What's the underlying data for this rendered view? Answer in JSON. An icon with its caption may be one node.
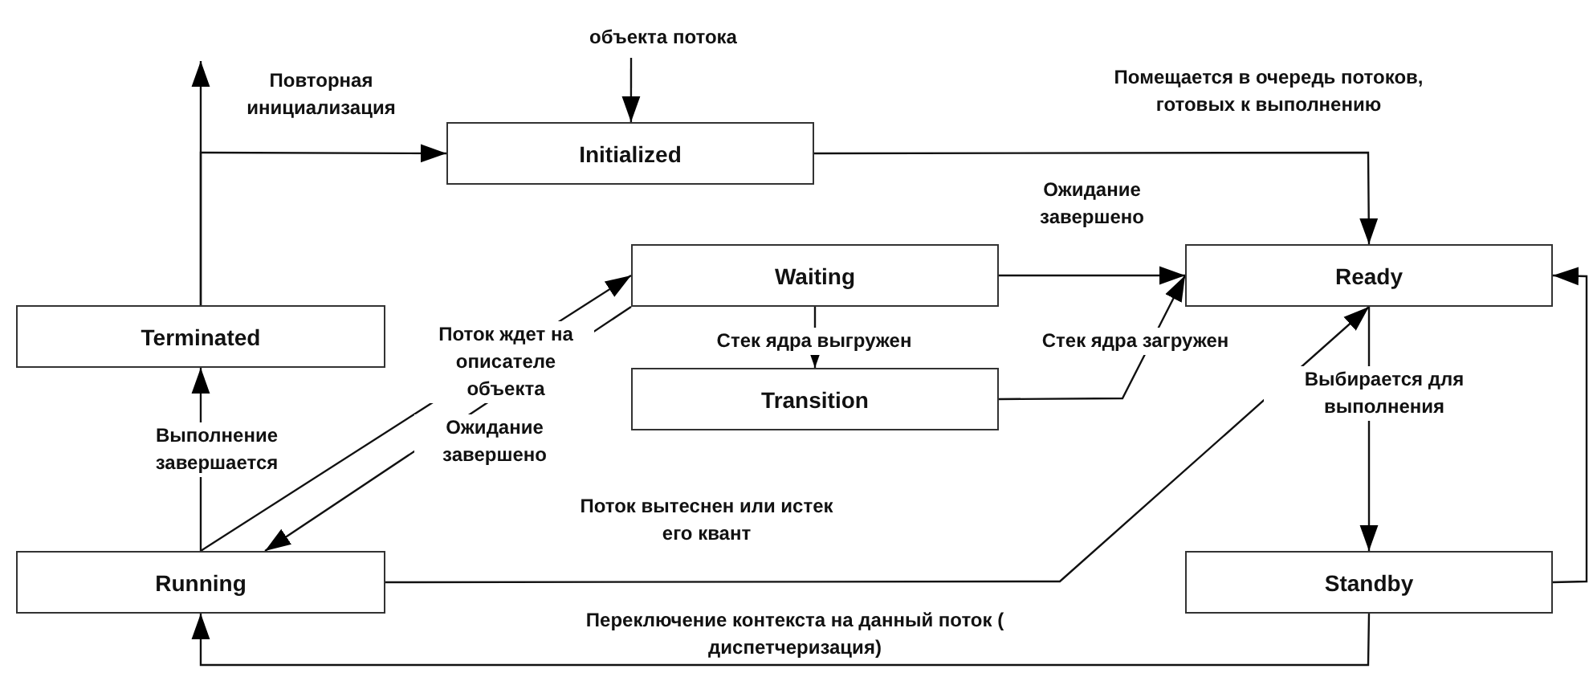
{
  "diagram": {
    "nodes": [
      {
        "text": [
          "Initialized"
        ]
      },
      {
        "text": [
          "Terminated"
        ]
      },
      {
        "text": [
          "Waiting"
        ]
      },
      {
        "text": [
          "Ready"
        ]
      },
      {
        "text": [
          "Transition"
        ]
      },
      {
        "text": [
          "Running"
        ]
      },
      {
        "text": [
          "Standby"
        ]
      }
    ],
    "edges": [
      {
        "from": null,
        "to": 0,
        "arrow": "to",
        "label": "объекта потока"
      },
      {
        "from": 0,
        "to": 3,
        "arrow": "to",
        "label": "Помещается в очередь потоков, готовых к выполнению"
      },
      {
        "from": 2,
        "to": 3,
        "arrow": "to",
        "label": "Ожидание завершено"
      },
      {
        "from": 2,
        "to": 4,
        "arrow": "to",
        "label": "Стек ядра выгружен"
      },
      {
        "from": 4,
        "to": 3,
        "arrow": "to",
        "label": "Стек ядра загружен"
      },
      {
        "from": 5,
        "to": 2,
        "arrow": "to",
        "label": "Поток ждет на описателе объекта"
      },
      {
        "from": 2,
        "to": 5,
        "arrow": "to",
        "label": "Ожидание завершено"
      },
      {
        "from": 5,
        "to": 1,
        "arrow": "to",
        "label": "Выполнение завершается"
      },
      {
        "from": 1,
        "to": null,
        "arrow": "to"
      },
      {
        "from": 1,
        "to": 0,
        "arrow": "to",
        "label": "Повторная инициализация"
      },
      {
        "from": 5,
        "to": 3,
        "arrow": "to",
        "label": "Поток вытеснен или истек его квант"
      },
      {
        "from": 3,
        "to": 6,
        "arrow": "to",
        "label": "Выбирается для выполнения"
      },
      {
        "from": 6,
        "to": 3,
        "arrow": "to"
      },
      {
        "from": 6,
        "to": 5,
        "arrow": "to",
        "label": "Переключение контекста на данный поток ( диспетчеризация)"
      }
    ]
  }
}
